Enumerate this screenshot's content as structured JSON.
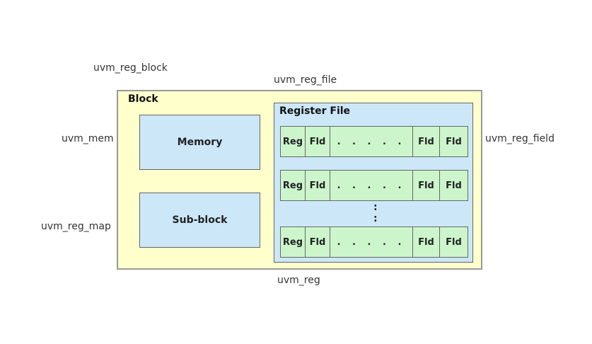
{
  "labels": {
    "uvm_reg_block": "uvm_reg_block",
    "uvm_reg_file": "uvm_reg_file",
    "uvm_mem": "uvm_mem",
    "uvm_reg_map": "uvm_reg_map",
    "uvm_reg_field": "uvm_reg_field",
    "uvm_reg": "uvm_reg"
  },
  "block": {
    "title": "Block",
    "memory": "Memory",
    "sub_block": "Sub-block"
  },
  "register_file": {
    "title": "Register File",
    "rows": [
      {
        "reg": "Reg",
        "fld1": "Fld",
        "dots": ". . . . .",
        "fld2": "Fld",
        "fld3": "Fld"
      },
      {
        "reg": "Reg",
        "fld1": "Fld",
        "dots": ". . . . .",
        "fld2": "Fld",
        "fld3": "Fld"
      },
      {
        "reg": "Reg",
        "fld1": "Fld",
        "dots": ". . . . .",
        "fld2": "Fld",
        "fld3": "Fld"
      }
    ],
    "vertical_dots": ":"
  },
  "colors": {
    "block_fill": "#ffffcc",
    "box_fill": "#cce8f8",
    "register_fill": "#ccf5cc"
  }
}
